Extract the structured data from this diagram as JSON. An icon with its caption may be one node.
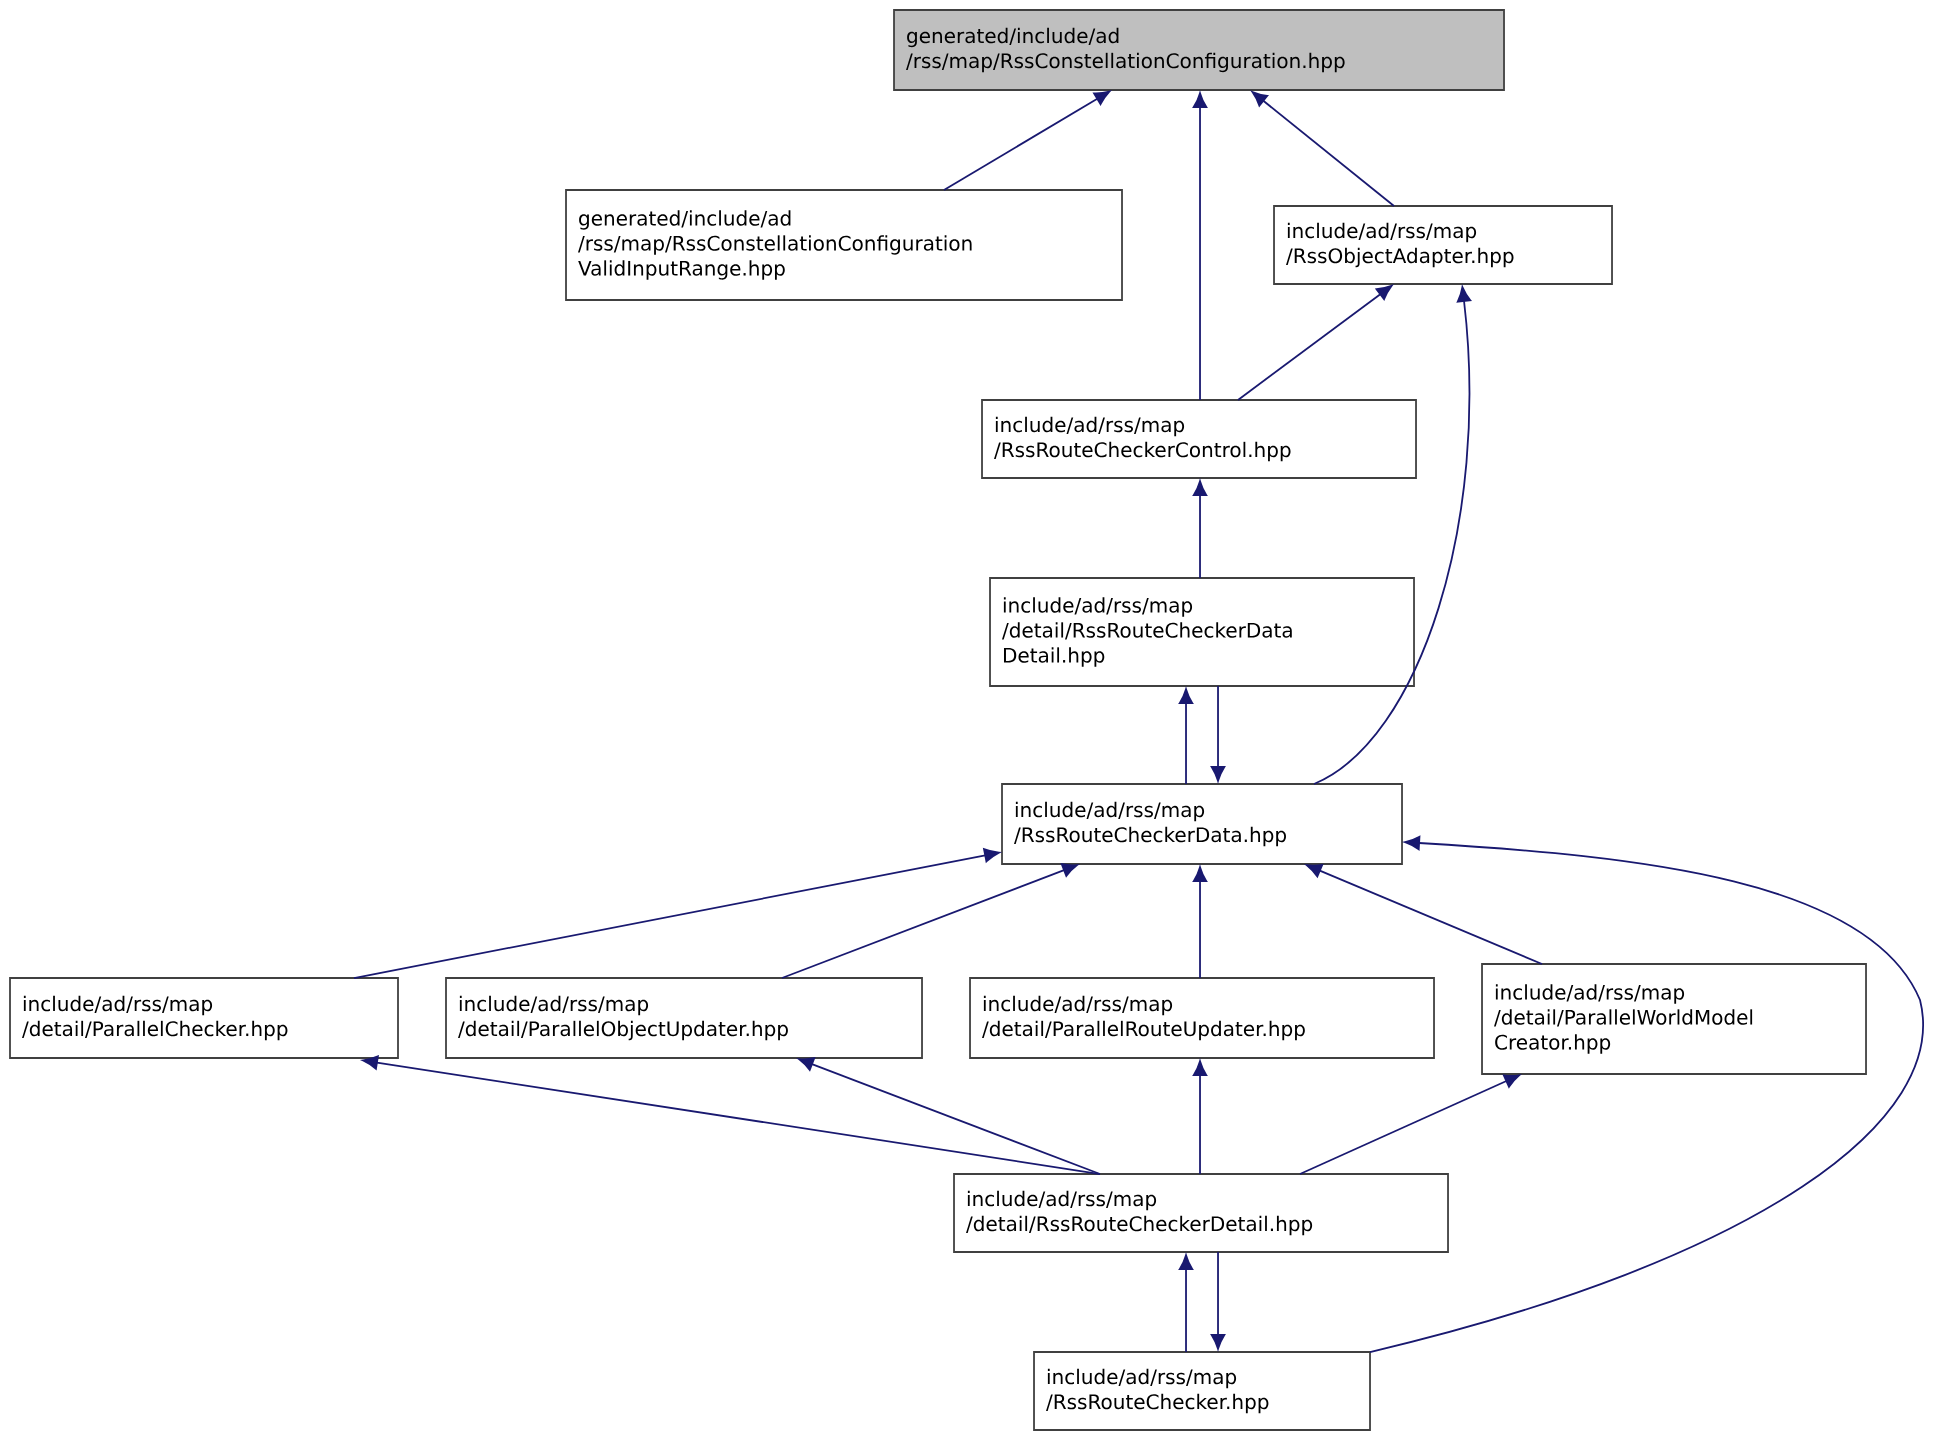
{
  "diagram": {
    "nodes": [
      {
        "text": [
          "generated/include/ad /rss/map/RssConstellationConfiguration.hpp"
        ]
      },
      {
        "text": [
          "generated/include/ad /rss/map/RssConstellationConfiguration ValidInputRange.hpp"
        ]
      },
      {
        "text": [
          "include/ad/rss/map /RssObjectAdapter.hpp"
        ]
      },
      {
        "text": [
          "include/ad/rss/map /RssRouteCheckerControl.hpp"
        ]
      },
      {
        "text": [
          "include/ad/rss/map /detail/RssRouteCheckerData Detail.hpp"
        ]
      },
      {
        "text": [
          "include/ad/rss/map /RssRouteCheckerData.hpp"
        ]
      },
      {
        "text": [
          "include/ad/rss/map /detail/ParallelChecker.hpp"
        ]
      },
      {
        "text": [
          "include/ad/rss/map /detail/ParallelObjectUpdater.hpp"
        ]
      },
      {
        "text": [
          "include/ad/rss/map /detail/ParallelRouteUpdater.hpp"
        ]
      },
      {
        "text": [
          "include/ad/rss/map /detail/ParallelWorldModel Creator.hpp"
        ]
      },
      {
        "text": [
          "include/ad/rss/map /detail/RssRouteCheckerDetail.hpp"
        ]
      },
      {
        "text": [
          "include/ad/rss/map /RssRouteChecker.hpp"
        ]
      }
    ],
    "edges": [
      {
        "from": 1,
        "to": 0,
        "arrow": "to"
      },
      {
        "from": 3,
        "to": 0,
        "arrow": "to"
      },
      {
        "from": 2,
        "to": 0,
        "arrow": "to"
      },
      {
        "from": 3,
        "to": 2,
        "arrow": "to"
      },
      {
        "from": 5,
        "to": 2,
        "arrow": "to"
      },
      {
        "from": 4,
        "to": 3,
        "arrow": "to"
      },
      {
        "from": 5,
        "to": 4,
        "arrow": "to"
      },
      {
        "from": 4,
        "to": 5,
        "arrow": "to"
      },
      {
        "from": 6,
        "to": 5,
        "arrow": "to"
      },
      {
        "from": 7,
        "to": 5,
        "arrow": "to"
      },
      {
        "from": 8,
        "to": 5,
        "arrow": "to"
      },
      {
        "from": 9,
        "to": 5,
        "arrow": "to"
      },
      {
        "from": 11,
        "to": 5,
        "arrow": "to"
      },
      {
        "from": 10,
        "to": 6,
        "arrow": "to"
      },
      {
        "from": 10,
        "to": 7,
        "arrow": "to"
      },
      {
        "from": 10,
        "to": 8,
        "arrow": "to"
      },
      {
        "from": 10,
        "to": 9,
        "arrow": "to"
      },
      {
        "from": 11,
        "to": 10,
        "arrow": "to"
      },
      {
        "from": 10,
        "to": 11,
        "arrow": "to"
      }
    ]
  }
}
